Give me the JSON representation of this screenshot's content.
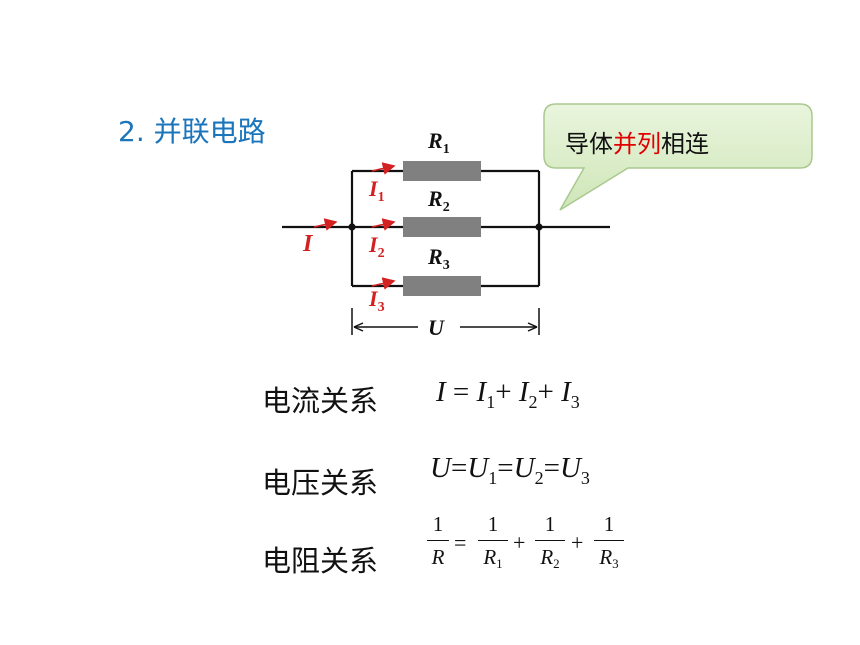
{
  "title": "2. 并联电路",
  "callout": {
    "before": "导体",
    "highlight": "并列",
    "after": "相连"
  },
  "circuit": {
    "resistors": [
      {
        "name": "R",
        "sub": "1"
      },
      {
        "name": "R",
        "sub": "2"
      },
      {
        "name": "R",
        "sub": "3"
      }
    ],
    "currents": [
      {
        "name": "I",
        "sub": "1"
      },
      {
        "name": "I",
        "sub": "2"
      },
      {
        "name": "I",
        "sub": "3"
      }
    ],
    "main_current": "I",
    "voltage": "U"
  },
  "relations": {
    "current": {
      "label": "电流关系",
      "I": "I",
      "eq": " = ",
      "I1": "I",
      "s1": "1",
      "plus1": "+ ",
      "I2": "I",
      "s2": "2",
      "plus2": "+ ",
      "I3": "I",
      "s3": "3"
    },
    "voltage": {
      "label": "电压关系",
      "U": "U",
      "eq1": "=",
      "U1": "U",
      "s1": "1",
      "eq2": "=",
      "U2": "U",
      "s2": "2",
      "eq3": "=",
      "U3": "U",
      "s3": "3"
    },
    "resistance": {
      "label": "电阻关系",
      "one": "1",
      "R": "R",
      "eq": "=",
      "R1": "R",
      "s1": "1",
      "plus1": "+",
      "R2": "R",
      "s2": "2",
      "plus2": "+",
      "R3": "R",
      "s3": "3"
    }
  },
  "colors": {
    "title": "#1b75bb",
    "current_label": "#e00000",
    "resistor": "#808080",
    "callout_fill": "#d8ecc4",
    "callout_border": "#a9c98e"
  }
}
